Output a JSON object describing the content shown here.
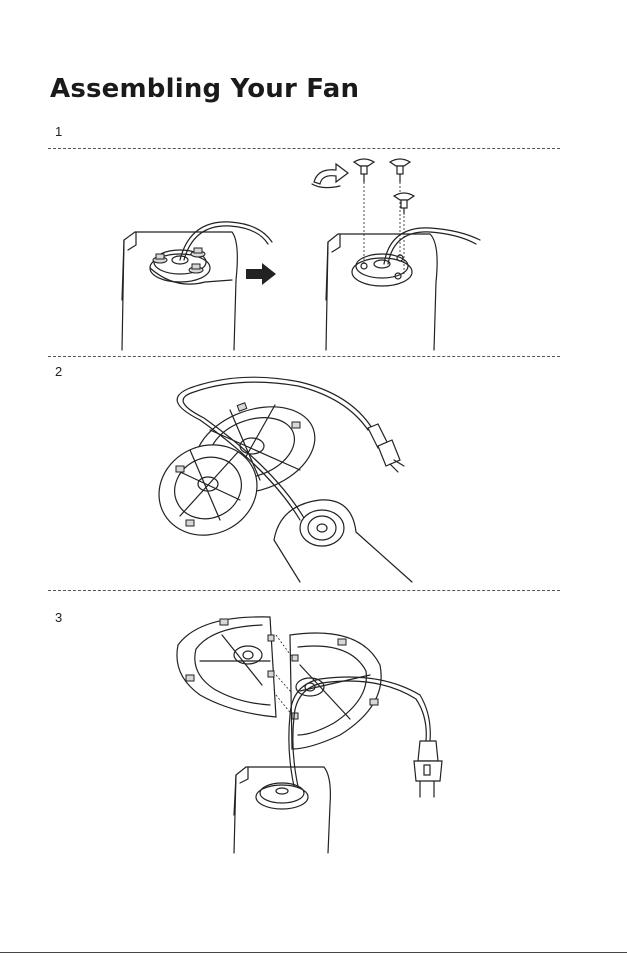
{
  "page": {
    "title": "Assembling Your Fan"
  },
  "steps": [
    {
      "number": "1"
    },
    {
      "number": "2"
    },
    {
      "number": "3"
    }
  ],
  "icons": {
    "rotate": "clockwise-rotate-arrow-icon",
    "next": "right-arrow-icon",
    "screw": "thumb-screw-icon",
    "plug": "power-plug-icon"
  }
}
